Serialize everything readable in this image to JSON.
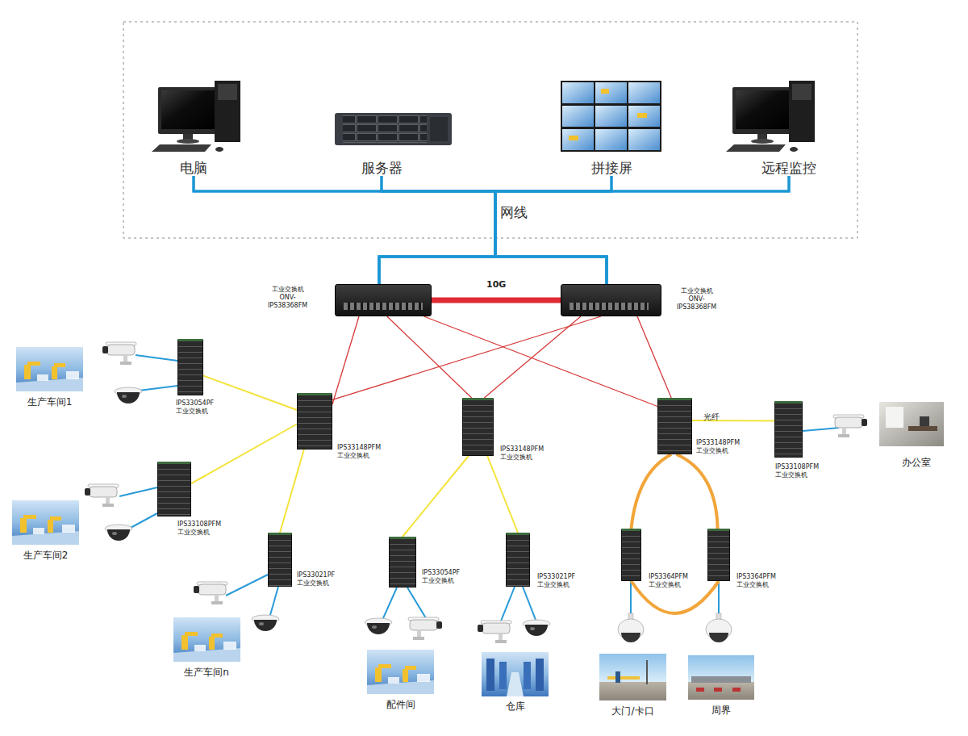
{
  "diagram": {
    "nodes": [
      {
        "text": [
          "电脑"
        ]
      },
      {
        "text": [
          "服务器"
        ]
      },
      {
        "text": [
          "拼接屏"
        ]
      },
      {
        "text": [
          "远程监控"
        ]
      },
      {
        "text": [
          "工业交换机 ONV-IPS38368FM"
        ]
      },
      {
        "text": [
          "工业交换机 ONV-IPS38368FM"
        ]
      },
      {
        "text": [
          "IPS33054PF 工业交换机"
        ]
      },
      {
        "text": [
          "IPS33148PFM 工业交换机"
        ]
      },
      {
        "text": [
          "IPS33148PFM 工业交换机"
        ]
      },
      {
        "text": [
          "IPS33148PFM 工业交换机"
        ]
      },
      {
        "text": [
          "IPS33108PFM 工业交换机"
        ]
      },
      {
        "text": [
          "IPS33108PFM 工业交换机"
        ]
      },
      {
        "text": [
          "IPS33021PF 工业交换机"
        ]
      },
      {
        "text": [
          "IPS33054PF 工业交换机"
        ]
      },
      {
        "text": [
          "IPS33021PF 工业交换机"
        ]
      },
      {
        "text": [
          "IPS3364PFM 工业交换机"
        ]
      },
      {
        "text": [
          "IPS3364PFM 工业交换机"
        ]
      },
      {
        "text": [
          "生产车间1"
        ]
      },
      {
        "text": [
          "生产车间2"
        ]
      },
      {
        "text": [
          "生产车间n"
        ]
      },
      {
        "text": [
          "配件间"
        ]
      },
      {
        "text": [
          "仓库"
        ]
      },
      {
        "text": [
          "大门/卡口"
        ]
      },
      {
        "text": [
          "周界"
        ]
      },
      {
        "text": [
          "办公室"
        ]
      }
    ],
    "edges": [
      {
        "from": 0,
        "to": 4,
        "arrow": "none"
      },
      {
        "from": 0,
        "to": 5,
        "arrow": "none"
      },
      {
        "from": 1,
        "to": 4,
        "arrow": "none"
      },
      {
        "from": 1,
        "to": 5,
        "arrow": "none"
      },
      {
        "from": 2,
        "to": 4,
        "arrow": "none"
      },
      {
        "from": 2,
        "to": 5,
        "arrow": "none"
      },
      {
        "from": 3,
        "to": 4,
        "arrow": "none"
      },
      {
        "from": 3,
        "to": 5,
        "arrow": "none"
      },
      {
        "from": 4,
        "to": 5,
        "label": "10G",
        "arrow": "none"
      },
      {
        "from": 4,
        "to": 7,
        "arrow": "none"
      },
      {
        "from": 4,
        "to": 8,
        "arrow": "none"
      },
      {
        "from": 4,
        "to": 9,
        "arrow": "none"
      },
      {
        "from": 5,
        "to": 7,
        "arrow": "none"
      },
      {
        "from": 5,
        "to": 8,
        "arrow": "none"
      },
      {
        "from": 5,
        "to": 9,
        "arrow": "none"
      },
      {
        "from": 6,
        "to": 7,
        "arrow": "none"
      },
      {
        "from": 11,
        "to": 7,
        "arrow": "none"
      },
      {
        "from": 12,
        "to": 7,
        "arrow": "none"
      },
      {
        "from": 13,
        "to": 8,
        "arrow": "none"
      },
      {
        "from": 14,
        "to": 8,
        "arrow": "none"
      },
      {
        "from": 9,
        "to": 10,
        "label": "光纤",
        "arrow": "none"
      },
      {
        "from": 9,
        "to": 15,
        "arrow": "none"
      },
      {
        "from": 15,
        "to": 16,
        "arrow": "none"
      },
      {
        "from": 16,
        "to": 9,
        "arrow": "none"
      }
    ],
    "labels": [
      "网线"
    ]
  }
}
